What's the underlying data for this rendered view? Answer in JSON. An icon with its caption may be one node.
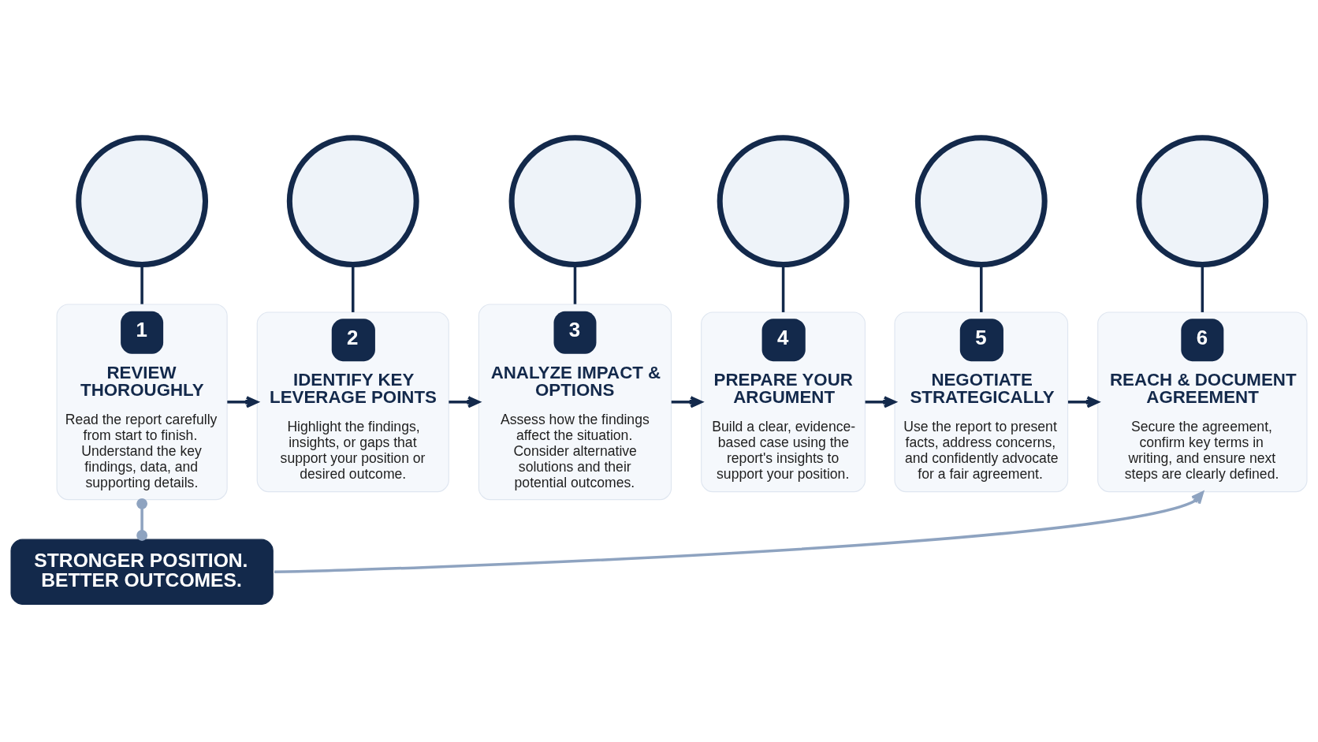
{
  "diagram": {
    "nodes": [
      {
        "text": [],
        "shape": "circle"
      },
      {
        "text": [],
        "shape": "circle"
      },
      {
        "text": [],
        "shape": "circle"
      },
      {
        "text": [],
        "shape": "circle"
      },
      {
        "text": [],
        "shape": "circle"
      },
      {
        "text": [],
        "shape": "circle"
      },
      {
        "text": [
          "1",
          "REVIEW THOROUGHLY",
          "Read the report carefully from start to finish. Understand the key findings, data, and supporting details."
        ]
      },
      {
        "text": [
          "2",
          "IDENTIFY KEY LEVERAGE POINTS",
          "Highlight the findings, insights, or gaps that support your position or desired outcome."
        ]
      },
      {
        "text": [
          "3",
          "ANALYZE IMPACT & OPTIONS",
          "Assess how the findings affect the situation. Consider alternative solutions and their potential outcomes."
        ]
      },
      {
        "text": [
          "4",
          "PREPARE YOUR ARGUMENT",
          "Build a clear, evidence-based case using the report's insights to support your position."
        ]
      },
      {
        "text": [
          "5",
          "NEGOTIATE STRATEGICALLY",
          "Use the report to present facts, address concerns, and confidently advocate for a fair agreement."
        ]
      },
      {
        "text": [
          "6",
          "REACH & DOCUMENT AGREEMENT",
          "Secure the agreement, confirm key terms in writing, and ensure next steps are clearly defined."
        ]
      },
      {
        "text": [
          "STRONGER POSITION. BETTER OUTCOMES."
        ]
      }
    ],
    "edges": [
      {
        "from": 0,
        "to": 6,
        "arrow": "none"
      },
      {
        "from": 1,
        "to": 7,
        "arrow": "none"
      },
      {
        "from": 2,
        "to": 8,
        "arrow": "none"
      },
      {
        "from": 3,
        "to": 9,
        "arrow": "none"
      },
      {
        "from": 4,
        "to": 10,
        "arrow": "none"
      },
      {
        "from": 5,
        "to": 11,
        "arrow": "none"
      },
      {
        "from": 6,
        "to": 7,
        "arrow": "to"
      },
      {
        "from": 7,
        "to": 8,
        "arrow": "to"
      },
      {
        "from": 8,
        "to": 9,
        "arrow": "to"
      },
      {
        "from": 9,
        "to": 10,
        "arrow": "to"
      },
      {
        "from": 10,
        "to": 11,
        "arrow": "to"
      },
      {
        "from": 6,
        "to": 12,
        "arrow": "other",
        "color": "#8ea3c0"
      },
      {
        "from": 12,
        "to": 11,
        "arrow": "to",
        "color": "#8ea3c0"
      }
    ]
  }
}
